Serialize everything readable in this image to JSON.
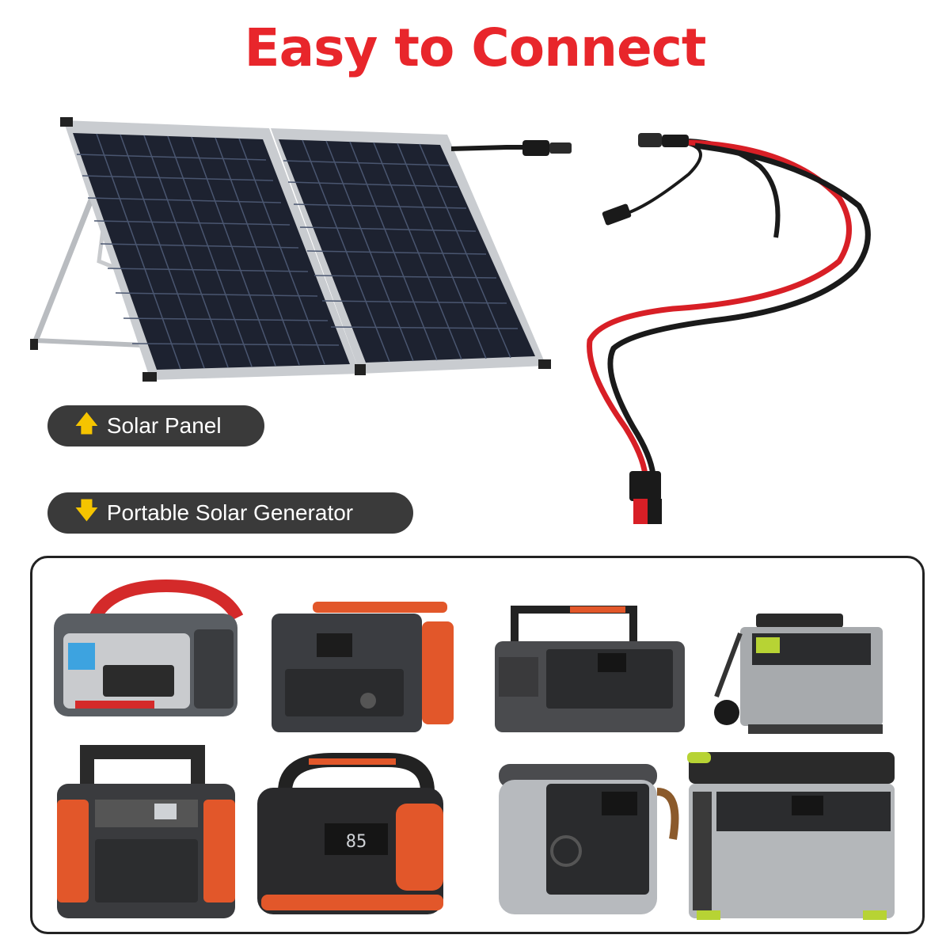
{
  "title": "Easy to Connect",
  "labels": {
    "solar_panel": "Solar Panel",
    "solar_panel_arrow": "up-arrow-icon",
    "generator": "Portable Solar Generator",
    "generator_arrow": "down-arrow-icon"
  },
  "colors": {
    "title": "#e8262b",
    "pill_bg": "#3a3a3a",
    "arrow": "#f5c400",
    "cable_red": "#d81f26",
    "cable_black": "#1a1a1a"
  },
  "generators": [
    {
      "name": "generator-1"
    },
    {
      "name": "generator-2"
    },
    {
      "name": "generator-3"
    },
    {
      "name": "generator-4"
    },
    {
      "name": "generator-5"
    },
    {
      "name": "generator-6"
    },
    {
      "name": "generator-7"
    },
    {
      "name": "generator-8"
    }
  ]
}
